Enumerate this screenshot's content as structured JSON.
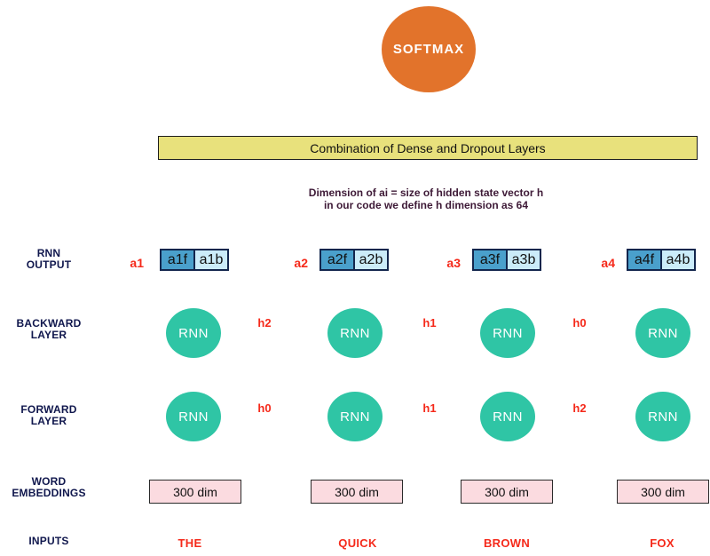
{
  "softmax": {
    "label": "SOFTMAX"
  },
  "dense_bar": {
    "label": "Combination of Dense and Dropout Layers"
  },
  "note": {
    "line1": "Dimension of ai = size of hidden state vector h",
    "line2": "in our code we define h dimension as 64"
  },
  "row_labels": {
    "rnn_output": {
      "line1": "RNN",
      "line2": "OUTPUT"
    },
    "backward": {
      "line1": "BACKWARD",
      "line2": "LAYER"
    },
    "forward": {
      "line1": "FORWARD",
      "line2": "LAYER"
    },
    "embeddings": {
      "line1": "WORD",
      "line2": "EMBEDDINGS"
    },
    "inputs": {
      "label": "INPUTS"
    }
  },
  "output_groups": [
    {
      "label": "a1",
      "f": "a1f",
      "b": "a1b"
    },
    {
      "label": "a2",
      "f": "a2f",
      "b": "a2b"
    },
    {
      "label": "a3",
      "f": "a3f",
      "b": "a3b"
    },
    {
      "label": "a4",
      "f": "a4f",
      "b": "a4b"
    }
  ],
  "backward_layer": {
    "nodes": [
      "RNN",
      "RNN",
      "RNN",
      "RNN"
    ],
    "hidden": [
      "h2",
      "h1",
      "h0"
    ]
  },
  "forward_layer": {
    "nodes": [
      "RNN",
      "RNN",
      "RNN",
      "RNN"
    ],
    "hidden": [
      "h0",
      "h1",
      "h2"
    ]
  },
  "embedding_boxes": [
    "300 dim",
    "300 dim",
    "300 dim",
    "300 dim"
  ],
  "input_words": [
    "THE",
    "QUICK",
    "BROWN",
    "FOX"
  ],
  "colors": {
    "softmax_orange": "#E2732B",
    "bar_yellow": "#E8E17C",
    "node_teal": "#2FC5A5",
    "abox_forward_blue": "#4AA0CC",
    "abox_backward_blue": "#CBECF9",
    "abox_border_navy": "#13264D",
    "embedding_pink": "#FBDBE0",
    "label_red": "#F5291A",
    "row_label_navy": "#10174D",
    "note_purple": "#3E1A37"
  }
}
